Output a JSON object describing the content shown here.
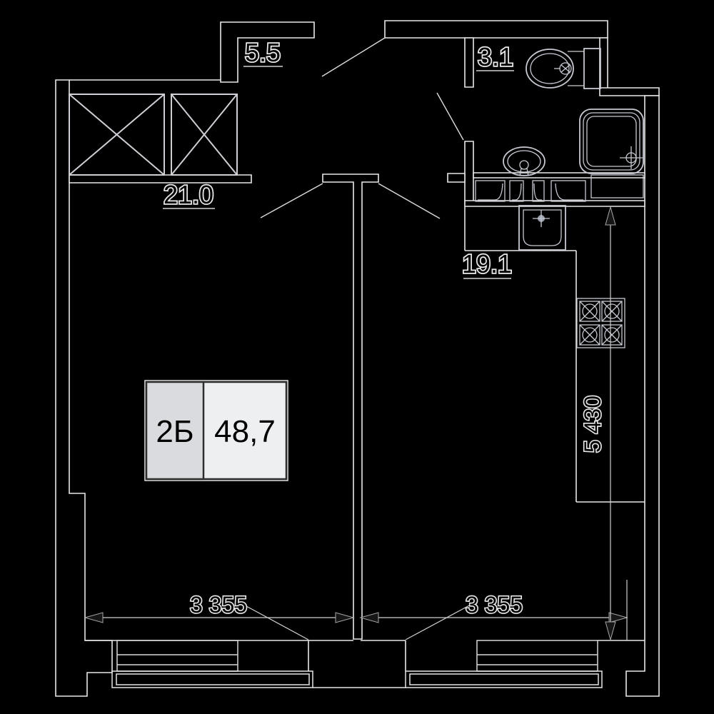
{
  "plan": {
    "title": "apartment-floor-plan",
    "background_color": "#000000",
    "line_color": "#e8e8e8",
    "fixture_line_color": "#c6c9d2",
    "rooms": [
      {
        "name": "hallway",
        "area_label": "5.5"
      },
      {
        "name": "living-room",
        "area_label": "21.0"
      },
      {
        "name": "bathroom",
        "area_label": "3.1"
      },
      {
        "name": "kitchen-living-room",
        "area_label": "19.1"
      }
    ],
    "apartment_badge": {
      "type_label": "2Б",
      "total_area_label": "48,7",
      "type_cell_color": "#d9dbdf",
      "area_cell_color": "#edeff1",
      "border_color": "#2e2e2e"
    },
    "dimensions": {
      "bottom_left_width": "3 355",
      "bottom_right_width": "3 355",
      "right_height": "5 430"
    },
    "fixtures": [
      "wardrobe",
      "wardrobe",
      "entrance-door",
      "interior-doors",
      "toilet",
      "washbasin",
      "shower-cabin",
      "cabinet-row",
      "kitchen-counter",
      "kitchen-sink",
      "stove",
      "radiator",
      "radiator",
      "window",
      "window"
    ]
  }
}
